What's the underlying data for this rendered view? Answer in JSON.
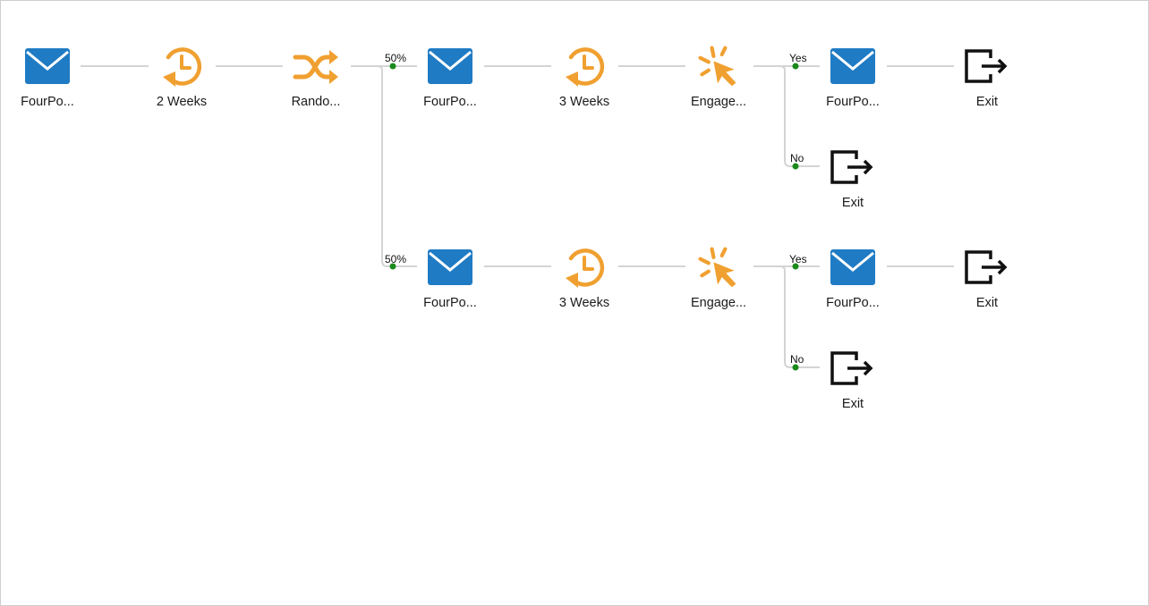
{
  "colors": {
    "email": "#1f7bc4",
    "orange": "#f0a030",
    "exit": "#111111",
    "connector": "#d4d4d4",
    "dot": "#1a8a1a"
  },
  "nodes": [
    {
      "id": "n1",
      "type": "email",
      "label": "FourPo...",
      "icon": "envelope-icon"
    },
    {
      "id": "n2",
      "type": "wait",
      "label": "2 Weeks",
      "icon": "clock-icon"
    },
    {
      "id": "n3",
      "type": "random",
      "label": "Rando...",
      "icon": "shuffle-icon"
    },
    {
      "id": "n4",
      "type": "email",
      "label": "FourPo...",
      "icon": "envelope-icon"
    },
    {
      "id": "n5",
      "type": "wait",
      "label": "3 Weeks",
      "icon": "clock-icon"
    },
    {
      "id": "n6",
      "type": "engage",
      "label": "Engage...",
      "icon": "click-icon"
    },
    {
      "id": "n7",
      "type": "email",
      "label": "FourPo...",
      "icon": "envelope-icon"
    },
    {
      "id": "n8",
      "type": "exit",
      "label": "Exit",
      "icon": "exit-icon"
    },
    {
      "id": "n9",
      "type": "exit",
      "label": "Exit",
      "icon": "exit-icon"
    },
    {
      "id": "n10",
      "type": "email",
      "label": "FourPo...",
      "icon": "envelope-icon"
    },
    {
      "id": "n11",
      "type": "wait",
      "label": "3 Weeks",
      "icon": "clock-icon"
    },
    {
      "id": "n12",
      "type": "engage",
      "label": "Engage...",
      "icon": "click-icon"
    },
    {
      "id": "n13",
      "type": "email",
      "label": "FourPo...",
      "icon": "envelope-icon"
    },
    {
      "id": "n14",
      "type": "exit",
      "label": "Exit",
      "icon": "exit-icon"
    },
    {
      "id": "n15",
      "type": "exit",
      "label": "Exit",
      "icon": "exit-icon"
    }
  ],
  "branch_labels": {
    "split_top": "50%",
    "split_bottom": "50%",
    "top_yes": "Yes",
    "top_no": "No",
    "bottom_yes": "Yes",
    "bottom_no": "No"
  }
}
